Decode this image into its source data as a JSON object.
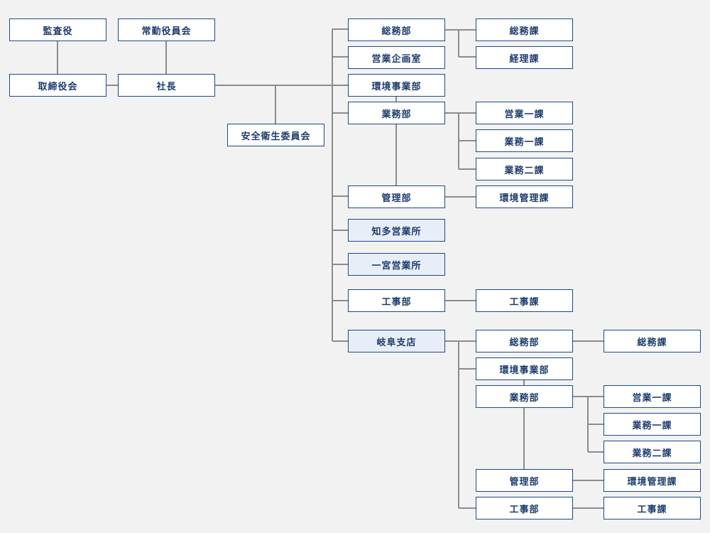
{
  "org_chart": {
    "kansayaku": "監査役",
    "jokin_yakuin": "常勤役員会",
    "torishimari": "取締役会",
    "shacho": "社長",
    "anzen_eisei": "安全衛生委員会",
    "honsha": {
      "somu_bu": "総務部",
      "somu_ka": "総務課",
      "keiri_ka": "経理課",
      "eigyo_kikaku": "営業企画室",
      "kankyo_jigyo_bu": "環境事業部",
      "gyomu_bu": "業務部",
      "eigyo_ikka": "営業一課",
      "gyomu_ikka": "業務一課",
      "gyomu_nika": "業務二課",
      "kanri_bu": "管理部",
      "kankyo_kanri_ka": "環境管理課",
      "chita_eigyosho": "知多営業所",
      "ichinomiya_eigyosho": "一宮営業所",
      "koji_bu": "工事部",
      "koji_ka": "工事課"
    },
    "gifu": {
      "gifu_shiten": "岐阜支店",
      "somu_bu": "総務部",
      "somu_ka": "総務課",
      "kankyo_jigyo_bu": "環境事業部",
      "gyomu_bu": "業務部",
      "eigyo_ikka": "営業一課",
      "gyomu_ikka": "業務一課",
      "gyomu_nika": "業務二課",
      "kanri_bu": "管理部",
      "kankyo_kanri_ka": "環境管理課",
      "koji_bu": "工事部",
      "koji_ka": "工事課"
    }
  },
  "colors": {
    "background": "#f2f2f2",
    "box_border": "#1e4a86",
    "box_text": "#1e3d6e",
    "office_fill": "#e8eef8",
    "connector": "#8c8c8c"
  }
}
